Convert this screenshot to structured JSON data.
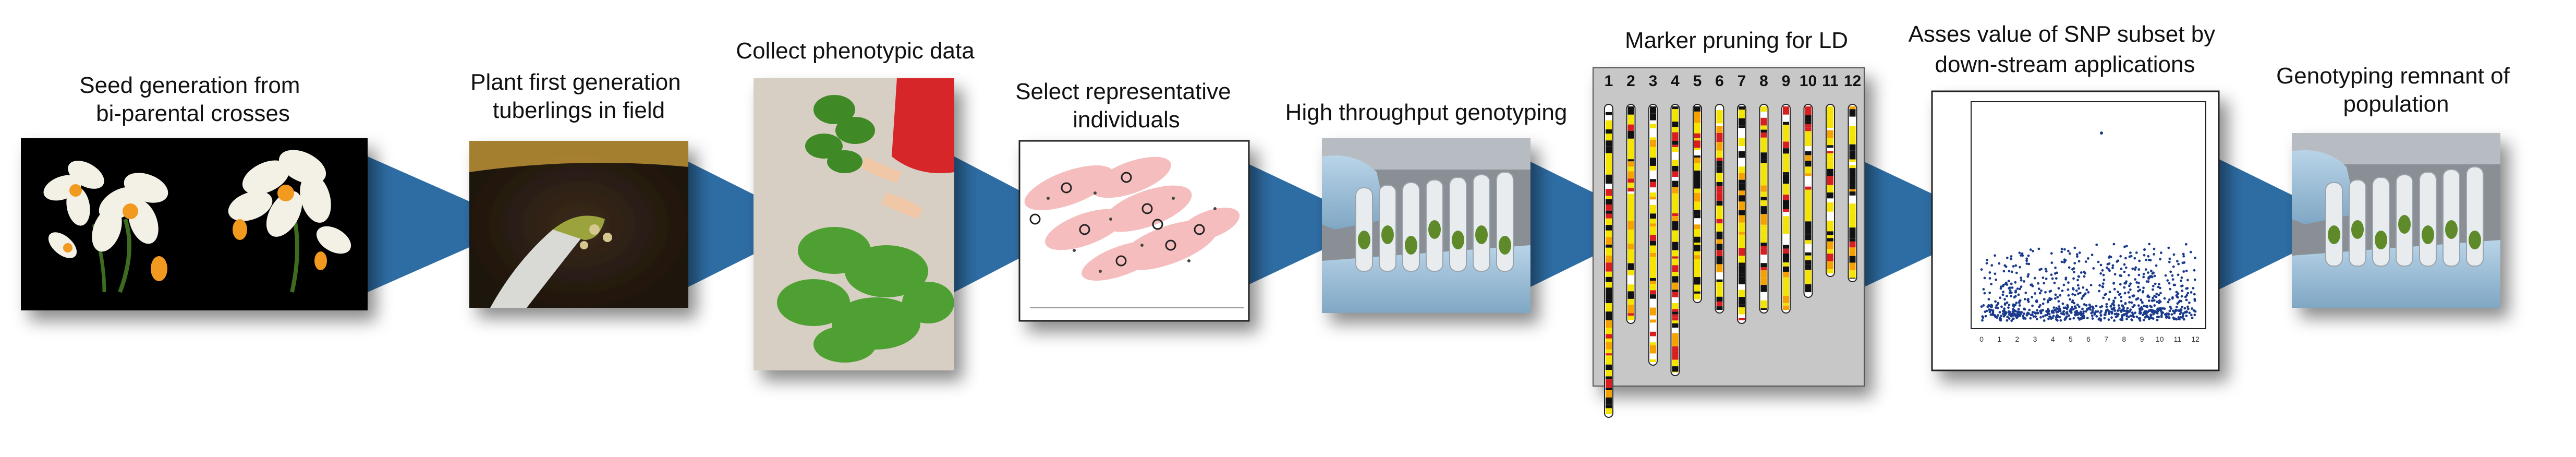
{
  "steps": [
    {
      "label_lines": [
        "Seed generation from",
        "bi-parental crosses"
      ]
    },
    {
      "label_lines": [
        "Plant first generation",
        "tuberlings in field"
      ]
    },
    {
      "label_lines": [
        "Collect phenotypic data"
      ]
    },
    {
      "label_lines": [
        "Select representative",
        "individuals"
      ]
    },
    {
      "label_lines": [
        "High throughput genotyping"
      ]
    },
    {
      "label_lines": [
        "Marker pruning for LD"
      ]
    },
    {
      "label_lines": [
        "Asses value of SNP subset by",
        "down-stream applications"
      ]
    },
    {
      "label_lines": [
        "Genotyping remnant of",
        "population"
      ]
    }
  ],
  "chromosome_labels": [
    "1",
    "2",
    "3",
    "4",
    "5",
    "6",
    "7",
    "8",
    "9",
    "10",
    "11",
    "12"
  ],
  "manhattan_x_ticks": [
    "0",
    "1",
    "2",
    "3",
    "4",
    "5",
    "6",
    "7",
    "8",
    "9",
    "10",
    "11",
    "12"
  ],
  "colors": {
    "arrow": "#2e6da4",
    "background": "#ffffff",
    "chromosome_panel": "#c7c7c7",
    "manhattan_dots": "#1a3a8c",
    "pca_ellipse": "#f2a7a7",
    "flower_petal": "#f3f1e6",
    "flower_center": "#f29a1f"
  }
}
